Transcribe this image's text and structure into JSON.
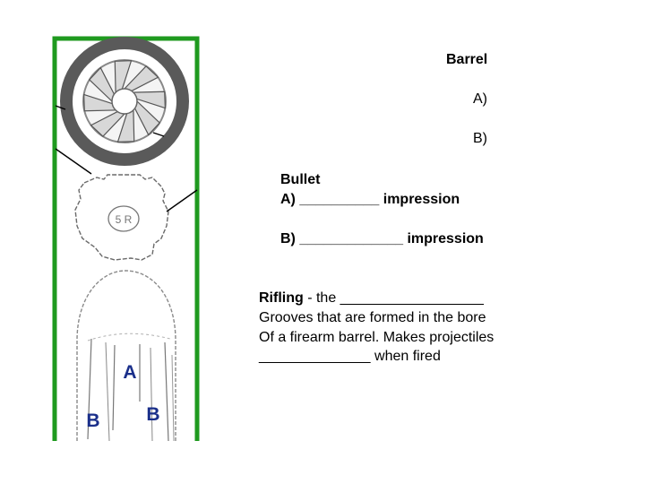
{
  "figure": {
    "frame_color": "#1f9a1f",
    "headstamp": "5 R",
    "label_a": "A",
    "label_b_left": "B",
    "label_b_right": "B",
    "label_color": "#1a2f8a"
  },
  "barrel": {
    "heading": "Barrel",
    "item_a": "A)",
    "item_b": "B)"
  },
  "bullet": {
    "heading": "Bullet",
    "line_a": "A) __________ impression",
    "line_b": "B) _____________ impression"
  },
  "rifling": {
    "term": "Rifling",
    "definition_1": " - the __________________",
    "line_2": "Grooves that are formed in the bore",
    "line_3": "Of a firearm barrel. Makes projectiles",
    "line_4": "______________ when fired"
  }
}
